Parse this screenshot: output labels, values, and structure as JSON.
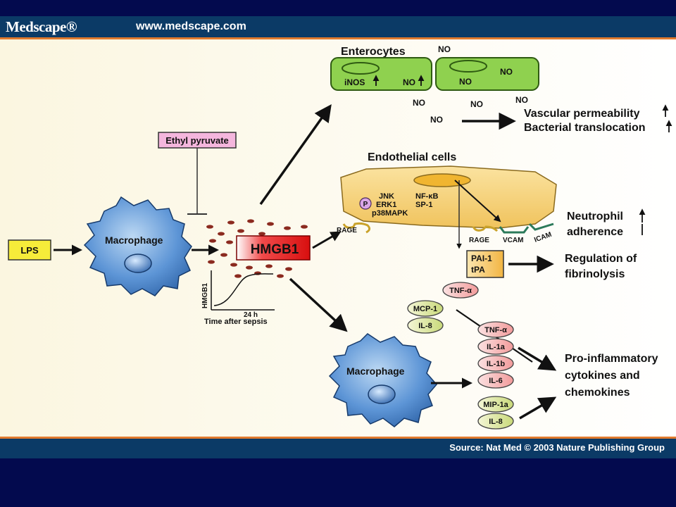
{
  "header": {
    "logo": "Medscape®",
    "url": "www.medscape.com"
  },
  "footer": {
    "source": "Source: Nat Med © 2003 Nature Publishing Group"
  },
  "diagram": {
    "lps": "LPS",
    "macrophage_left": "Macrophage",
    "macrophage_bottom": "Macrophage",
    "ethyl_pyruvate": "Ethyl pyruvate",
    "hmgb1": "HMGB1",
    "inset": {
      "ylabel": "HMGB1",
      "tick": "24 h",
      "xlabel": "Time after sepsis"
    },
    "enterocytes": {
      "title": "Enterocytes",
      "inos": "iNOS",
      "no_cell1": "NO",
      "no_cell2_top": "NO",
      "no_cell2_inner": "NO",
      "no_above": "NO",
      "no_right": "NO",
      "no_below1": "NO",
      "no_below2": "NO",
      "no_below3": "NO"
    },
    "vascular_permeability": "Vascular permeability",
    "bacterial_translocation": "Bacterial translocation",
    "endothelial": {
      "title": "Endothelial cells",
      "p": "P",
      "jnk": "JNK",
      "erk1": "ERK1",
      "p38": "p38MAPK",
      "nfkb": "NF-κB",
      "sp1": "SP-1",
      "rage_left": "RAGE",
      "rage_right": "RAGE",
      "vcam": "VCAM",
      "icam": "ICAM"
    },
    "neutrophil_1": "Neutrophil",
    "neutrophil_2": "adherence",
    "pai1": "PAI-1",
    "tpa": "tPA",
    "fibrinolysis_1": "Regulation of",
    "fibrinolysis_2": "fibrinolysis",
    "tnf_top": "TNF-α",
    "mcp1": "MCP-1",
    "il8_top": "IL-8",
    "tnf_mid": "TNF-α",
    "il1a": "IL-1a",
    "il1b": "IL-1b",
    "il6": "IL-6",
    "mip1a": "MIP-1a",
    "il8_bottom": "IL-8",
    "proinfl_1": "Pro-inflammatory",
    "proinfl_2": "cytokines and",
    "proinfl_3": "chemokines",
    "colors": {
      "header": "#0b3a66",
      "accent": "#e07a2e",
      "hmgb1": "#e11b1b",
      "enterocyte": "#8fd14f",
      "endothelial": "#f6d27a",
      "macrophage": "#4f8fd6"
    }
  }
}
